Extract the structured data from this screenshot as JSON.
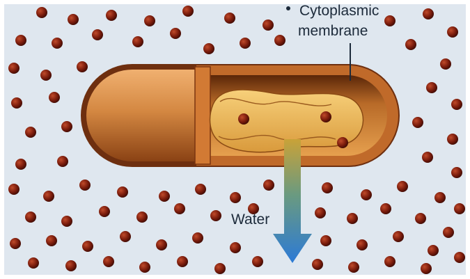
{
  "labels": {
    "membrane_line1": "Cytoplasmic",
    "membrane_line2": "membrane",
    "water": "Water"
  },
  "colors": {
    "background": "#dfe7ef",
    "wall_dark": "#6e2f0f",
    "cell_orange": "#c9772e",
    "cytoplasm": "#e8b35a",
    "solute": "#7a1c0c",
    "arrow_top": "#c9a238",
    "arrow_bottom": "#2c7ad6"
  }
}
